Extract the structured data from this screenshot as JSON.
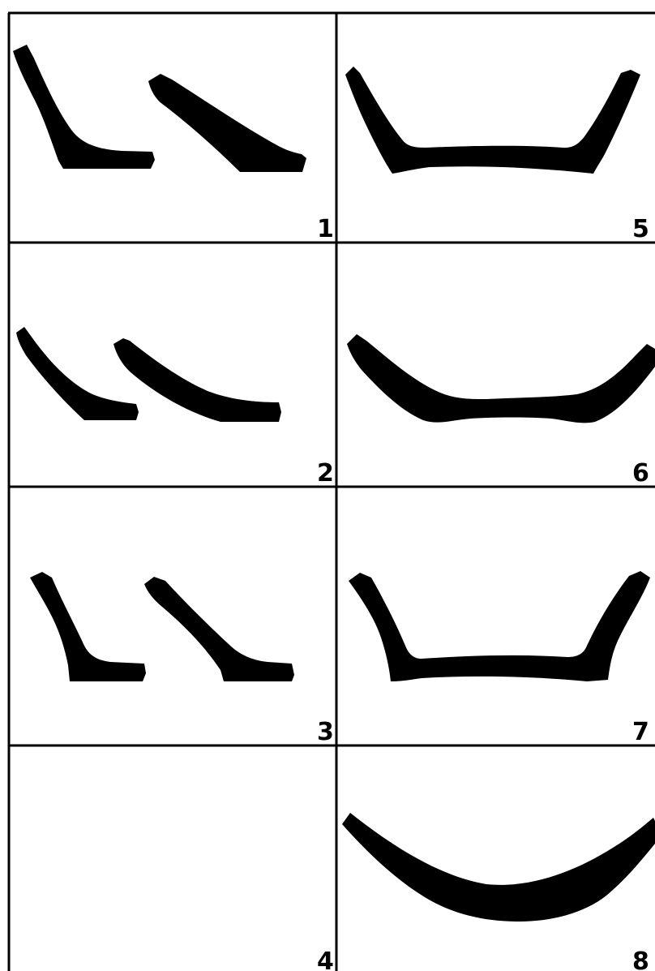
{
  "figure": {
    "colors": {
      "ink": "#000000",
      "background": "#ffffff"
    },
    "panels": [
      {
        "label": "1",
        "shape": "two separate curved strokes: steep left hook and long diagonal stroke"
      },
      {
        "label": "2",
        "shape": "two separate gently curved strokes"
      },
      {
        "label": "3",
        "shape": "two separate angled hook strokes"
      },
      {
        "label": "4",
        "shape": "empty"
      },
      {
        "label": "5",
        "shape": "single joined trough with steep sides"
      },
      {
        "label": "6",
        "shape": "single joined shallow curved bowl"
      },
      {
        "label": "7",
        "shape": "single joined trough with upright sides"
      },
      {
        "label": "8",
        "shape": "single smooth arc"
      }
    ]
  }
}
